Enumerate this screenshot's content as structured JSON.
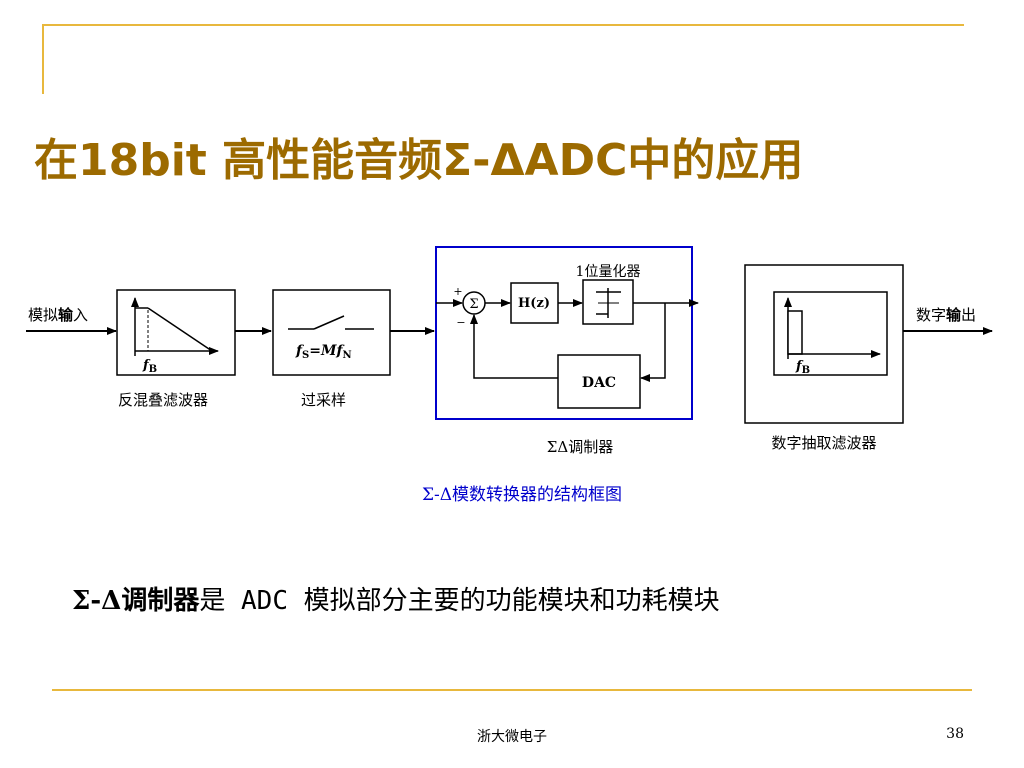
{
  "slide": {
    "title": "在18bit 高性能音频Σ-ΔADC中的应用",
    "summary_bold": "Σ-Δ调制器",
    "summary_rest": "是 ADC 模拟部分主要的功能模块和功耗模块",
    "footer_center": "浙大微电子",
    "page_number": "38"
  },
  "diagram": {
    "caption": "Σ-Δ模数转换器的结构框图",
    "input_label_pre": "模拟",
    "input_label_bold": "输",
    "input_label_post": "入",
    "output_label_pre": "数字",
    "output_label_bold": "输",
    "output_label_post": "出",
    "aa_filter_label": "反混叠滤波器",
    "aa_filter_fb_main": "f",
    "aa_filter_fb_sub": "B",
    "oversample_label": "过采样",
    "oversample_fs": "f",
    "oversample_fs_sub": "S",
    "oversample_eq": "=M",
    "oversample_fn": "f",
    "oversample_fn_sub": "N",
    "modulator_label": "ΣΔ调制器",
    "quantizer_label": "1位量化器",
    "sum_symbol": "Σ",
    "plus_sign": "+",
    "minus_sign": "−",
    "hz_label": "H(z)",
    "dac_label": "DAC",
    "decimation_label": "数字抽取滤波器",
    "decimation_fb_main": "f",
    "decimation_fb_sub": "B"
  },
  "colors": {
    "title": "#9C6A00",
    "frame": "#E8B83D",
    "modulator_border": "#0000CC",
    "caption": "#0000CC"
  }
}
